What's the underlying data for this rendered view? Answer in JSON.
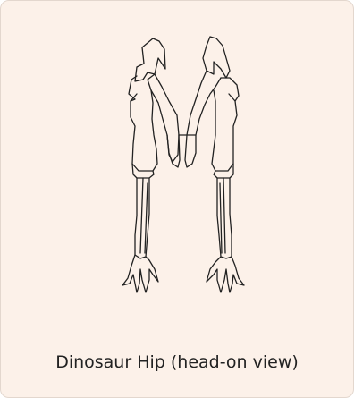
{
  "caption": "Dinosaur Hip (head-on view)",
  "colors": {
    "background": "#fcf1e9",
    "line": "#222222"
  },
  "illustration": {
    "subject": "dinosaur-hip-skeleton",
    "view": "head-on"
  }
}
